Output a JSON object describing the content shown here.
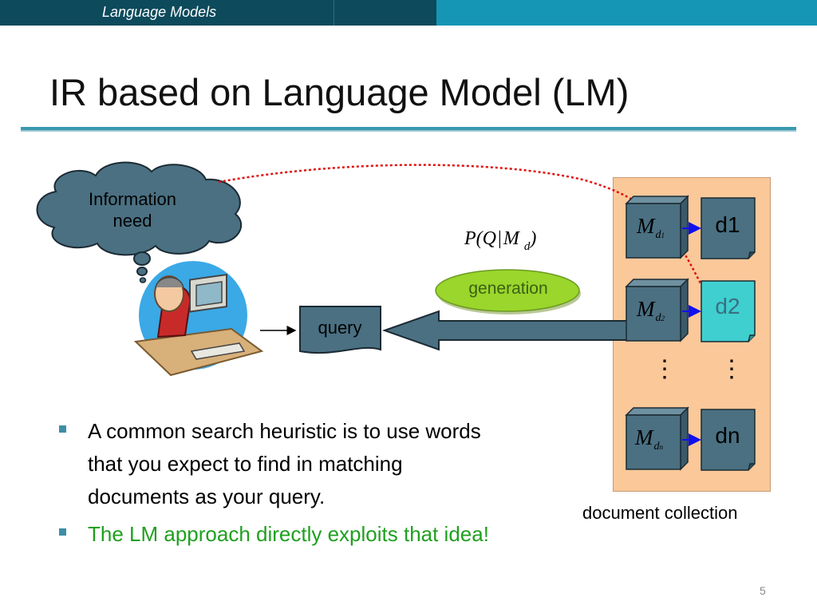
{
  "header": {
    "course_title": "Language Models"
  },
  "slide": {
    "title": "IR based on Language Model (LM)",
    "page_number": "5"
  },
  "diagram": {
    "info_need_line1": "Information",
    "info_need_line2": "need",
    "probability": {
      "p": "P",
      "open": "(",
      "q": "Q",
      "bar": "|",
      "m": "M",
      "d": "d",
      "close": ")"
    },
    "generation_label": "generation",
    "query_label": "query",
    "models": [
      {
        "m": "M",
        "d": "d",
        "sub": "1"
      },
      {
        "m": "M",
        "d": "d",
        "sub": "2"
      },
      {
        "m": "M",
        "d": "d",
        "sub": "n"
      }
    ],
    "documents": [
      "d1",
      "d2",
      "dn"
    ],
    "collection_label": "document collection",
    "dots": "⋮",
    "colors": {
      "collection_bg": "#fbc89a",
      "doc_box": "#4a7082",
      "highlight_doc": "#3fcfcf",
      "generation": "#9ad62b",
      "red_dotted": "#e01010"
    }
  },
  "bullets": [
    {
      "text": "A common search heuristic is to use words that you expect to find in matching documents as your query."
    },
    {
      "text": "The LM approach directly exploits that idea!"
    }
  ]
}
